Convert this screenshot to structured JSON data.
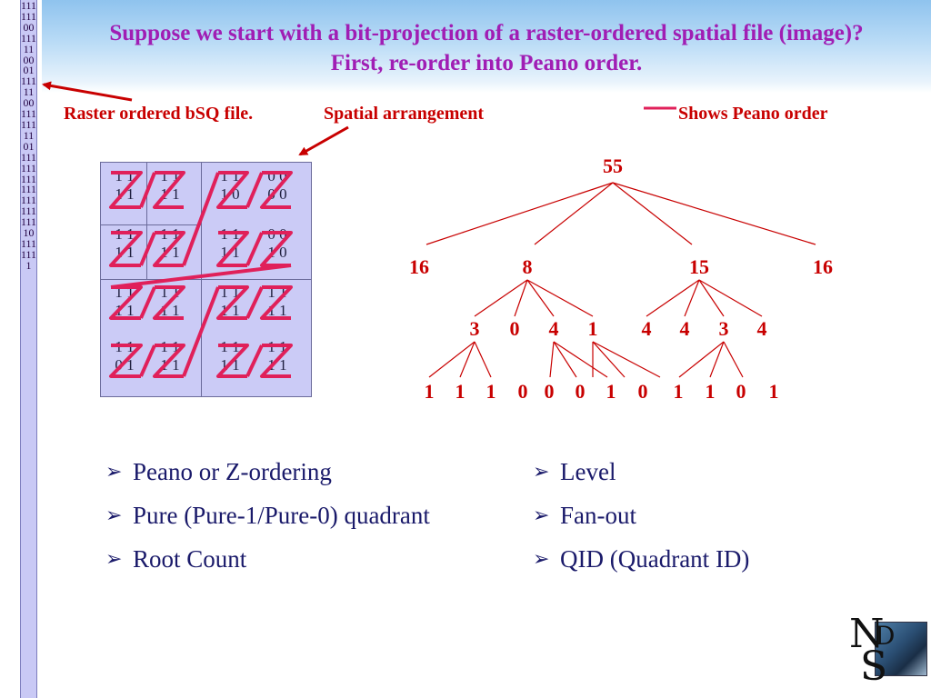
{
  "title": {
    "line1": "Suppose we start with a bit-projection of a raster-ordered spatial file (image)?",
    "line2": "First, re-order into Peano order."
  },
  "bit_strip": "1111110011111000111111001111111101111111111111111111111101111111",
  "labels": {
    "raster": "Raster ordered bSQ file.",
    "spatial": "Spatial arrangement",
    "peano": "Shows Peano order"
  },
  "grid": {
    "rows": [
      [
        "1 1",
        "1 1",
        "1 1",
        "0 0"
      ],
      [
        "1 1",
        "1 1",
        "1 0",
        "0 0"
      ],
      [
        "1 1",
        "1 1",
        "1 1",
        "0 0"
      ],
      [
        "1 1",
        "1 1",
        "1 1",
        "1 0"
      ],
      [
        "1 1",
        "1 1",
        "1 1",
        "1 1"
      ],
      [
        "1 1",
        "1 1",
        "1 1",
        "1 1"
      ],
      [
        "1 1",
        "1 1",
        "1 1",
        "1 1"
      ],
      [
        "0 1",
        "1 1",
        "1 1",
        "1 1"
      ]
    ]
  },
  "tree": {
    "root": "55",
    "level1": [
      "16",
      "8",
      "15",
      "16"
    ],
    "level2": [
      "3",
      "0",
      "4",
      "1",
      "4",
      "4",
      "3",
      "4"
    ],
    "level3": [
      "1",
      "1",
      "1",
      "0",
      "0",
      "0",
      "1",
      "0",
      "1",
      "1",
      "0",
      "1"
    ]
  },
  "bullets_left": [
    "Peano or Z-ordering",
    "Pure (Pure-1/Pure-0) quadrant",
    "Root Count"
  ],
  "bullets_right": [
    "Level",
    "Fan-out",
    "QID (Quadrant ID)"
  ],
  "logo": {
    "n": "N",
    "d": "D",
    "s": "S"
  },
  "colors": {
    "title": "#a01eb4",
    "label": "#c80000",
    "peano_lines": "#e0205a",
    "tree_lines": "#c80000",
    "bullet_text": "#1a1a6a",
    "grid_fill": "#cbcbf6"
  }
}
